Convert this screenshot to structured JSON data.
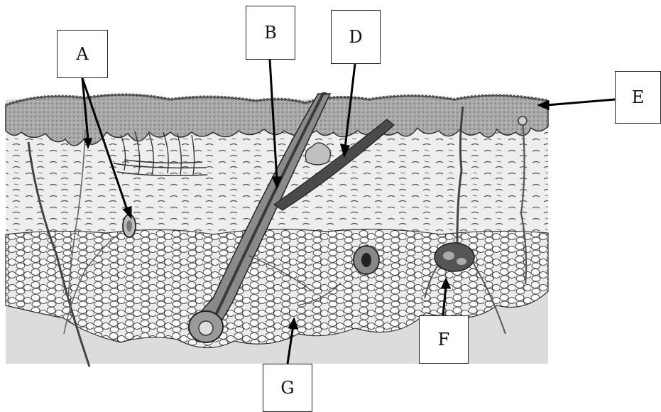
{
  "labels": {
    "a": "A",
    "b": "B",
    "d": "D",
    "e": "E",
    "f": "F",
    "g": "G"
  },
  "colors": {
    "epidermis": "#9a9a9a",
    "dermis": "#e4e4e4",
    "fat": "#d8d8d8",
    "hair": "#5a5a5a",
    "outline": "#222222"
  }
}
